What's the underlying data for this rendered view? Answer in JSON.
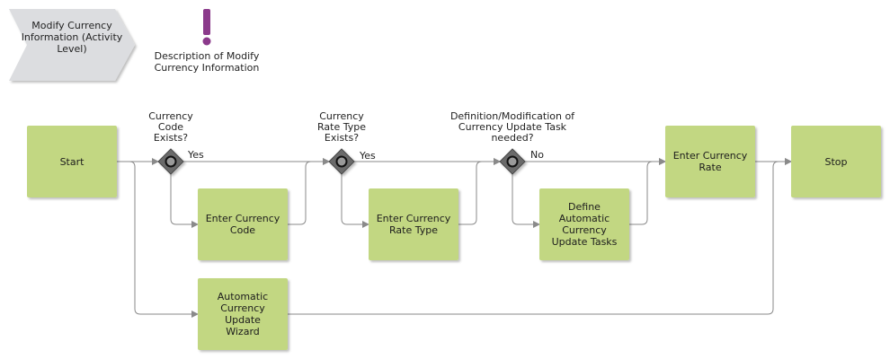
{
  "header": {
    "activity_label": "Modify Currency Information (Activity Level)",
    "description": "Description of Modify Currency Information"
  },
  "nodes": {
    "start": "Start",
    "enter_currency_code": "Enter Currency Code",
    "enter_currency_rate_type": "Enter Currency Rate Type",
    "define_automatic_tasks": "Define Automatic Currency Update Tasks",
    "enter_currency_rate": "Enter Currency Rate",
    "stop": "Stop",
    "automatic_update_wizard": "Automatic Currency Update Wizard"
  },
  "decisions": {
    "code_exists": "Currency Code Exists?",
    "rate_type_exists": "Currency Rate Type Exists?",
    "task_needed": "Definition/Modification of Currency Update Task needed?"
  },
  "edge_labels": {
    "yes_1": "Yes",
    "yes_2": "Yes",
    "no_3": "No"
  },
  "colors": {
    "activity_fill": "#c2d782",
    "chevron_fill": "#dcdde0",
    "gateway_fill": "#6b6b6b",
    "connector": "#8a8a8a",
    "exclamation": "#8b3a8b"
  }
}
